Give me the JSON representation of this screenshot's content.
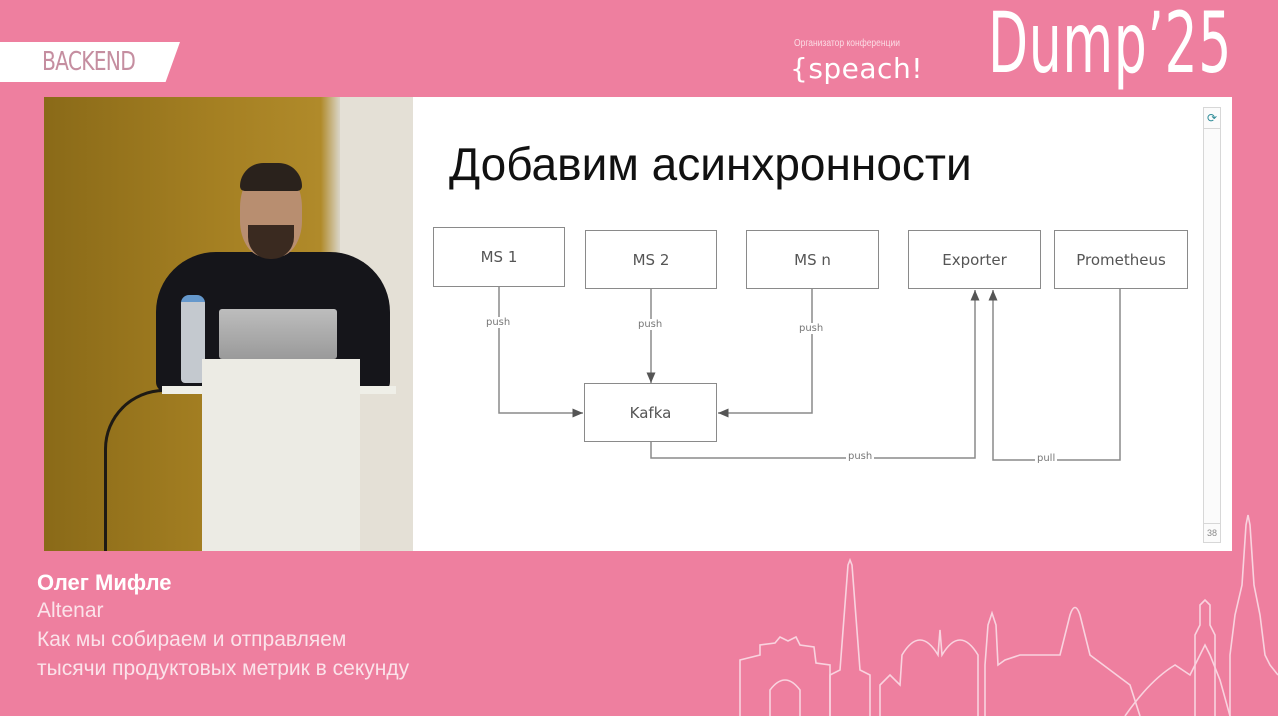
{
  "header": {
    "track_label": "BACKEND",
    "organizer_caption": "Организатор конференции",
    "organizer_logo": "{speach!",
    "conference_logo": "Dump’25"
  },
  "colors": {
    "brand_pink": "#ee7f9f",
    "slide_bg": "#ffffff",
    "diagram_stroke": "#8a8a8a",
    "scroll_accent": "#2f8c98"
  },
  "video": {
    "description": "Speaker at podium with laptop"
  },
  "slide": {
    "title": "Добавим асинхронности",
    "page_number": "38",
    "scroll_up_icon": "scroll-up-icon",
    "nodes": {
      "ms1": "MS 1",
      "ms2": "MS 2",
      "msn": "MS n",
      "exporter": "Exporter",
      "prometheus": "Prometheus",
      "kafka": "Kafka"
    },
    "edges": {
      "ms1_kafka": "push",
      "ms2_kafka": "push",
      "msn_kafka": "push",
      "kafka_exporter": "push",
      "prometheus_exporter": "pull"
    }
  },
  "speaker": {
    "name": "Олег Мифле",
    "company": "Altenar",
    "talk_line1": "Как мы собираем и отправляем",
    "talk_line2": "тысячи продуктовых метрик в секунду"
  }
}
